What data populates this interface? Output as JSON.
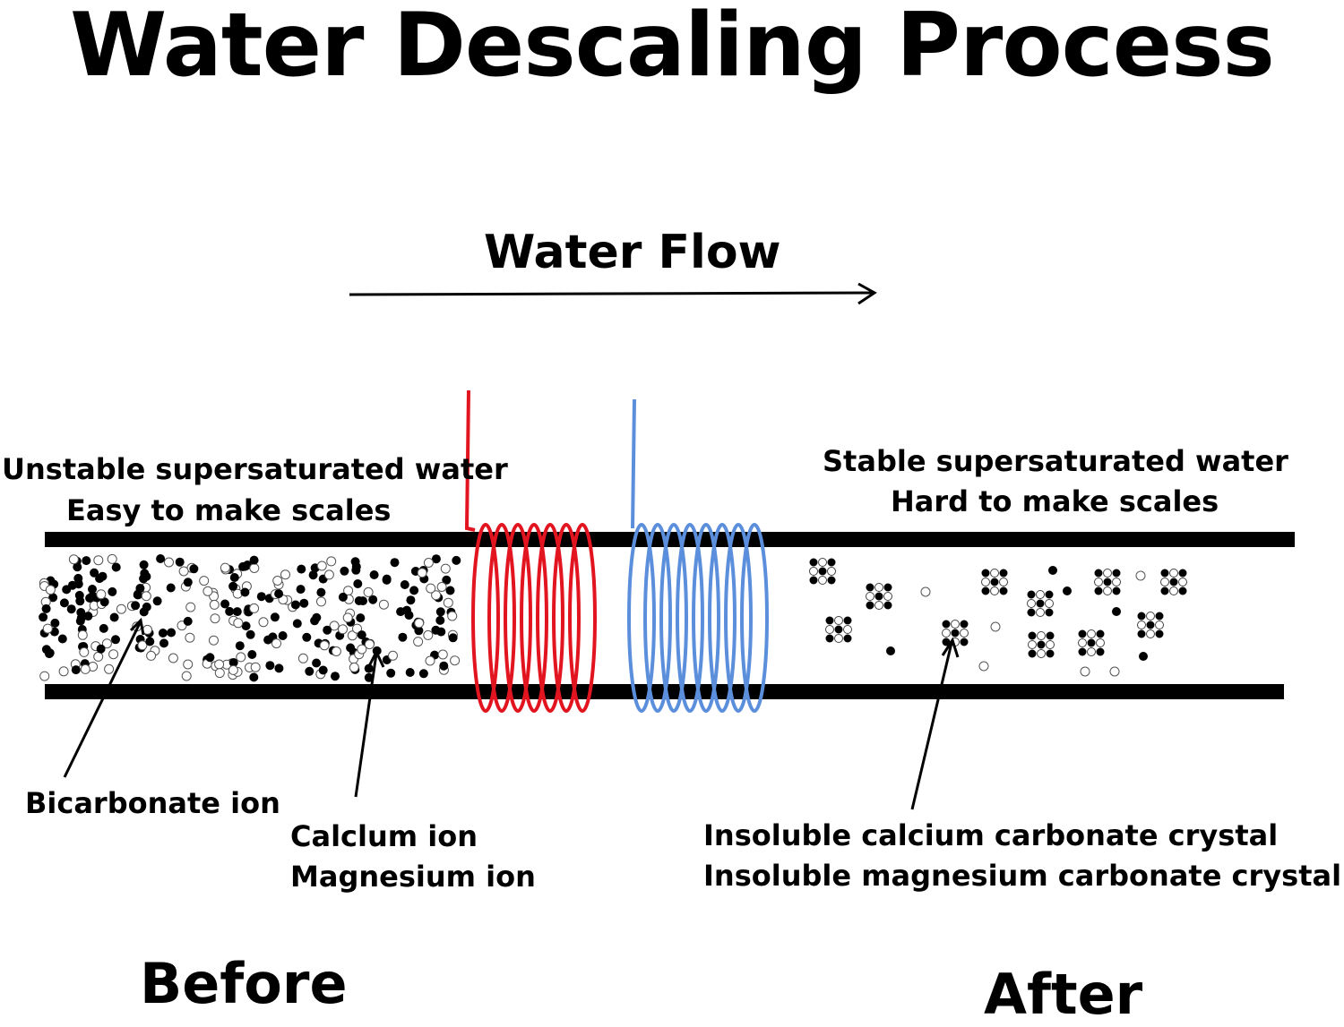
{
  "title": "Water Descaling Process",
  "flow_label": "Water Flow",
  "before_side": {
    "line1": "Unstable supersaturated water",
    "line2": "Easy to make scales",
    "bicarbonate_label": "Bicarbonate ion",
    "calcium_label": "Calclum ion",
    "magnesium_label": "Magnesium ion",
    "caption": "Before"
  },
  "after_side": {
    "line1": "Stable supersaturated water",
    "line2": "Hard to make scales",
    "crystal_label_1": "Insoluble calcium carbonate crystal",
    "crystal_label_2": "Insoluble  magnesium carbonate  crystal",
    "caption": "After"
  },
  "colors": {
    "pipe": "#000000",
    "red_coil": "#e2141f",
    "blue_coil": "#5b8fdc",
    "ion_fill": "#000000",
    "ion_outline": "#555555"
  }
}
